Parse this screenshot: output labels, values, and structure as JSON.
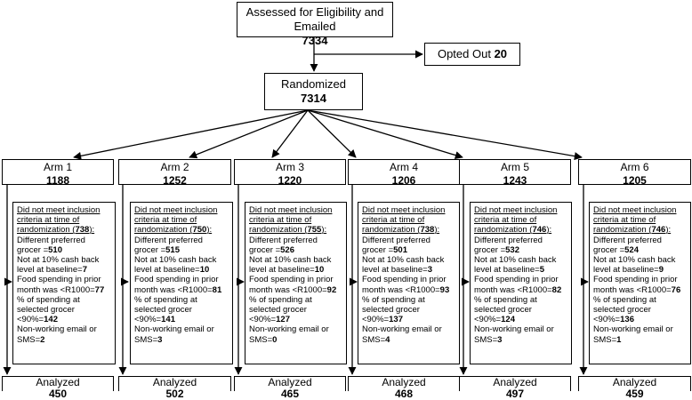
{
  "top": {
    "label": "Assessed for Eligibility and Emailed",
    "count": "7334"
  },
  "opted_out": {
    "label": "Opted Out",
    "count": "20"
  },
  "randomized": {
    "label": "Randomized",
    "count": "7314"
  },
  "arms": [
    {
      "label": "Arm 1",
      "count": "1188",
      "excluded": "738",
      "grocer": "510",
      "cashback": "7",
      "food": "77",
      "spending": "142",
      "email": "2",
      "analyzed_label": "Analyzed",
      "analyzed": "450"
    },
    {
      "label": "Arm 2",
      "count": "1252",
      "excluded": "750",
      "grocer": "515",
      "cashback": "10",
      "food": "81",
      "spending": "141",
      "email": "3",
      "analyzed_label": "Analyzed",
      "analyzed": "502"
    },
    {
      "label": "Arm 3",
      "count": "1220",
      "excluded": "755",
      "grocer": "526",
      "cashback": "10",
      "food": "92",
      "spending": "127",
      "email": "0",
      "analyzed_label": "Analyzed",
      "analyzed": "465"
    },
    {
      "label": "Arm 4",
      "count": "1206",
      "excluded": "738",
      "grocer": "501",
      "cashback": "3",
      "food": "93",
      "spending": "137",
      "email": "4",
      "analyzed_label": "Analyzed",
      "analyzed": "468"
    },
    {
      "label": "Arm 5",
      "count": "1243",
      "excluded": "746",
      "grocer": "532",
      "cashback": "5",
      "food": "82",
      "spending": "124",
      "email": "3",
      "analyzed_label": "Analyzed",
      "analyzed": "497"
    },
    {
      "label": "Arm 6",
      "count": "1205",
      "excluded": "746",
      "grocer": "524",
      "cashback": "9",
      "food": "76",
      "spending": "136",
      "email": "1",
      "analyzed_label": "Analyzed",
      "analyzed": "459"
    }
  ],
  "criteria_text": {
    "head1": "Did not meet inclusion",
    "head2": "criteria at time of",
    "head3a": "randomization (",
    "head3b": "):",
    "grocer1": "Different preferred",
    "grocer2": "grocer =",
    "cash1": "Not at 10% cash back",
    "cash2": "level at baseline=",
    "food1": "Food spending in prior",
    "food2": "month was <R1000=",
    "spend1": "% of spending at",
    "spend2": "selected grocer",
    "spend3": "<90%=",
    "email1": "Non-working email or",
    "email2": "SMS="
  }
}
